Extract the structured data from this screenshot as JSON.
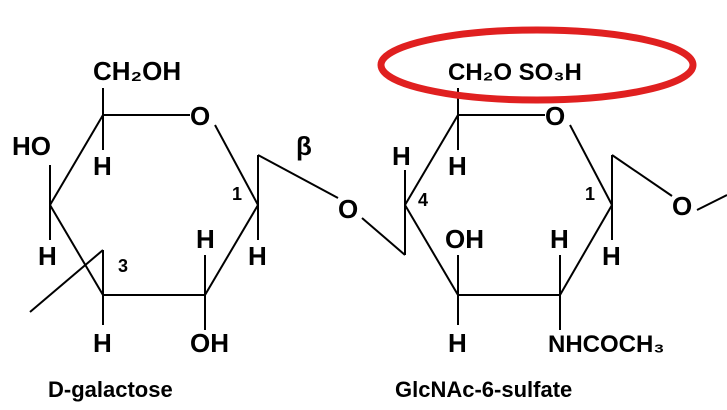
{
  "galactose": {
    "ch2oh": "CH₂OH",
    "ring_o": "O",
    "ho_left": "HO",
    "h_c4": "H",
    "h_c3_left": "H",
    "label_3": "3",
    "label_1": "1",
    "h_c2_up": "H",
    "h_c1_down": "H",
    "h_c3_down": "H",
    "oh_c2": "OH",
    "caption": "D-galactose"
  },
  "linkage": {
    "beta": "β",
    "glycosidic_o": "O"
  },
  "glcnac": {
    "ch2oso3h": "CH₂O SO₃H",
    "ring_o": "O",
    "h_c4_left": "H",
    "h_c5": "H",
    "label_4": "4",
    "label_1": "1",
    "oh_c3": "OH",
    "h_c2_up": "H",
    "h_c1_down": "H",
    "h_c3_down": "H",
    "nhcoch3": "NHCOCH₃",
    "caption": "GlcNAc-6-sulfate",
    "glycosidic_o_right": "O"
  },
  "highlight_color": "#e02020"
}
